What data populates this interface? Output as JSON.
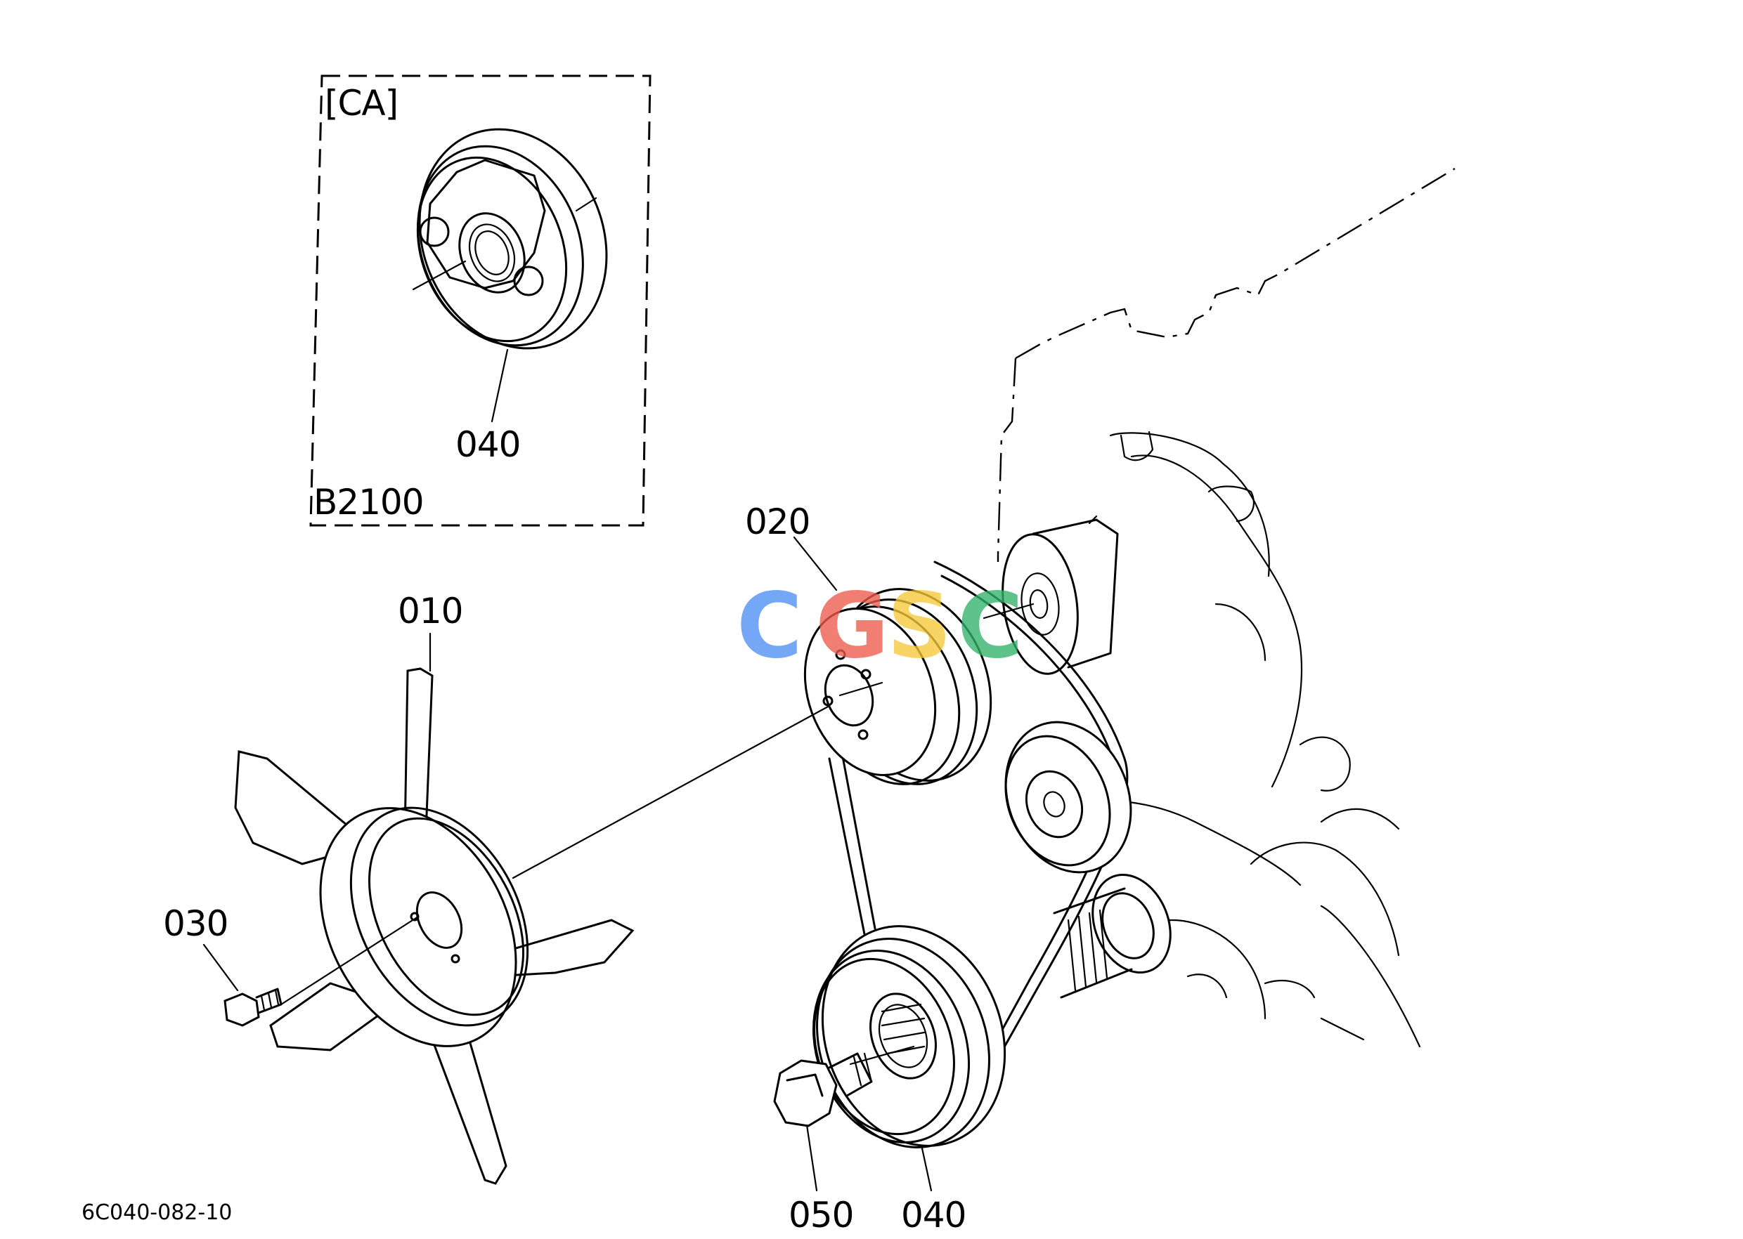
{
  "figure_code": "6C040-082-10",
  "inset": {
    "variant": "[CA]",
    "model": "B2100",
    "part": "040"
  },
  "parts": {
    "fan": "010",
    "fan_pulley": "020",
    "fan_bolt": "030",
    "crank_pulley": "040",
    "crank_bolt": "050"
  },
  "watermark": {
    "letters": [
      {
        "char": "C",
        "color": "#4f8ff5"
      },
      {
        "char": "G",
        "color": "#ee5b4d"
      },
      {
        "char": "S",
        "color": "#f7c83a"
      },
      {
        "char": "C",
        "color": "#32b36a"
      }
    ]
  }
}
